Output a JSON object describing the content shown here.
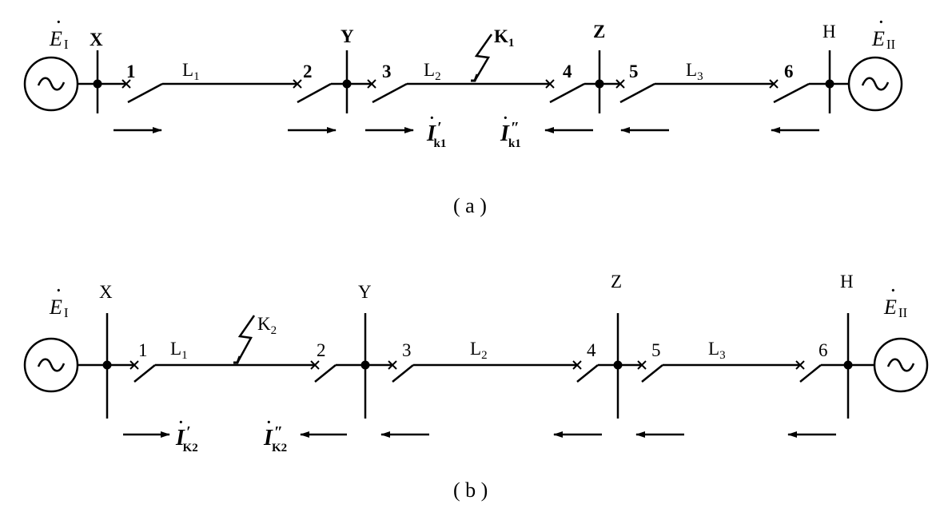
{
  "diagrams": [
    {
      "caption": "( a )",
      "sources": {
        "left": "E",
        "left_sub": "I",
        "right": "E",
        "right_sub": "II"
      },
      "buses": [
        "X",
        "Y",
        "Z",
        "H"
      ],
      "breakers": [
        "1",
        "2",
        "3",
        "4",
        "5",
        "6"
      ],
      "lines": [
        {
          "name": "L",
          "sub": "1"
        },
        {
          "name": "L",
          "sub": "2"
        },
        {
          "name": "L",
          "sub": "3"
        }
      ],
      "fault": {
        "name": "K",
        "sub": "1"
      },
      "currents": [
        {
          "name": "I",
          "prime": "′",
          "sub": "k1"
        },
        {
          "name": "I",
          "prime": "″",
          "sub": "k1"
        }
      ]
    },
    {
      "caption": "( b )",
      "sources": {
        "left": "E",
        "left_sub": "I",
        "right": "E",
        "right_sub": "II"
      },
      "buses": [
        "X",
        "Y",
        "Z",
        "H"
      ],
      "breakers": [
        "1",
        "2",
        "3",
        "4",
        "5",
        "6"
      ],
      "lines": [
        {
          "name": "L",
          "sub": "1"
        },
        {
          "name": "L",
          "sub": "2"
        },
        {
          "name": "L",
          "sub": "3"
        }
      ],
      "fault": {
        "name": "K",
        "sub": "2"
      },
      "currents": [
        {
          "name": "I",
          "prime": "′",
          "sub": "K2"
        },
        {
          "name": "I",
          "prime": "″",
          "sub": "K2"
        }
      ]
    }
  ]
}
